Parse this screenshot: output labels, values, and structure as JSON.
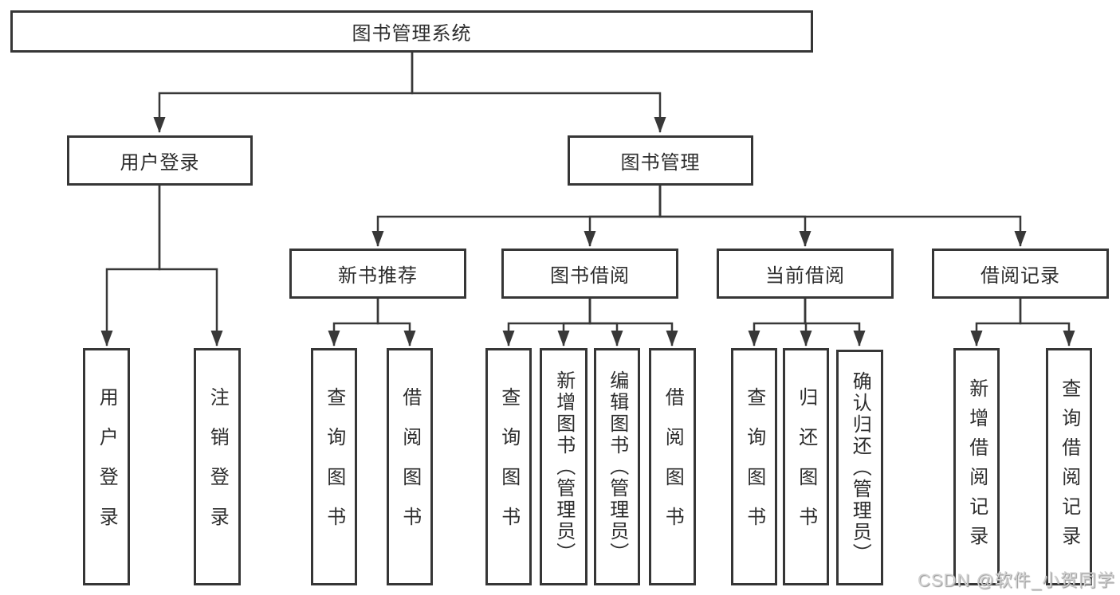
{
  "diagram": {
    "root": {
      "label": "图书管理系统"
    },
    "level2": [
      {
        "label": "用户登录"
      },
      {
        "label": "图书管理"
      }
    ],
    "level3": [
      {
        "label": "新书推荐"
      },
      {
        "label": "图书借阅"
      },
      {
        "label": "当前借阅"
      },
      {
        "label": "借阅记录"
      }
    ],
    "leaves": {
      "user_login": [
        {
          "label": "用户登录"
        },
        {
          "label": "注销登录"
        }
      ],
      "new_books": [
        {
          "label": "查询图书"
        },
        {
          "label": "借阅图书"
        }
      ],
      "book_borrow": [
        {
          "label": "查询图书"
        },
        {
          "label": "新增图书（管理员）"
        },
        {
          "label": "编辑图书（管理员）"
        },
        {
          "label": "借阅图书"
        }
      ],
      "current_borrow": [
        {
          "label": "查询图书"
        },
        {
          "label": "归还图书"
        },
        {
          "label": "确认归还（管理员）"
        }
      ],
      "borrow_records": [
        {
          "label": "新增借阅记录"
        },
        {
          "label": "查询借阅记录"
        }
      ]
    },
    "line_color": "#383838",
    "text_color": "#2d2d2d"
  },
  "watermark": {
    "text": "CSDN @软件_小贺同学"
  }
}
